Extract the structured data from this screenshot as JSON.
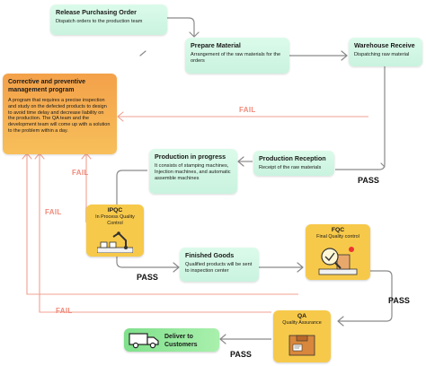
{
  "nodes": {
    "release": {
      "title": "Release Purchasing Order",
      "desc": "Dispatch orders to the production team"
    },
    "prepare": {
      "title": "Prepare Material",
      "desc": "Arrangement of the raw materials for the orders"
    },
    "warehouse": {
      "title": "Warehouse Receive",
      "desc": "Dispatching raw material"
    },
    "corrective": {
      "title": "Corrective and preventive management program",
      "desc": "A program that requires a precise inspection and study on the defected products to design to avoid time delay and decrease liability on the production. The QA team and the development team will come up with a solution to the problem within a day."
    },
    "production_in_progress": {
      "title": "Production in progress",
      "desc": "It consists of stamping machines, Injection machines, and automatic assemble machines"
    },
    "production_reception": {
      "title": "Production Reception",
      "desc": "Receipt of the raw materials"
    },
    "ipqc": {
      "title": "IPQC",
      "desc": "In Process Quality Control"
    },
    "finished": {
      "title": "Finished Goods",
      "desc": "Qualified products will be sent to inspection center"
    },
    "fqc": {
      "title": "FQC",
      "desc": "Final Quality control"
    },
    "qa": {
      "title": "QA",
      "desc": "Quality Assurance"
    },
    "deliver": {
      "title": "Deliver to Customers"
    }
  },
  "labels": {
    "pass": "PASS",
    "fail": "FAIL"
  },
  "colors": {
    "green_box": "#d3f8e6",
    "orange_box": "#f5a84c",
    "yellow_box": "#f7c94a",
    "deliver_box": "#93e89c",
    "connector": "#8a8a8a",
    "fail_line": "#f0a090"
  }
}
